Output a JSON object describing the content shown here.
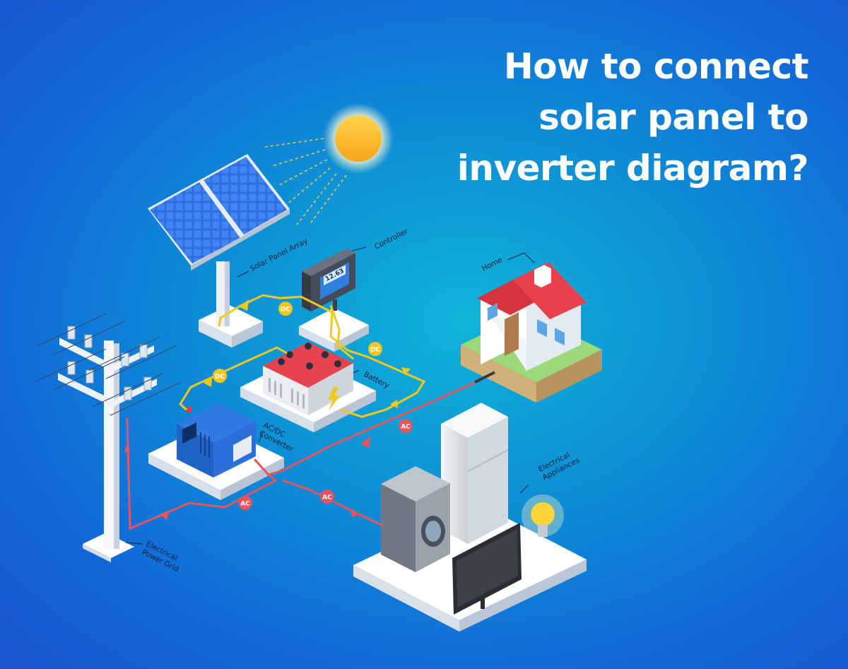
{
  "headline": {
    "line1": "How to connect",
    "line2": "solar panel to",
    "line3": "inverter diagram?"
  },
  "labels": {
    "solar_panel_array": "Solar Panel Array",
    "controller": "Controller",
    "controller_display": "12.63",
    "home": "Home",
    "battery": "Battery",
    "converter_line1": "AC/DC",
    "converter_line2": "Converter",
    "appliances_line1": "Electrical",
    "appliances_line2": "Appliances",
    "grid_line1": "Electrical",
    "grid_line2": "Power Grid"
  },
  "flow_badges": {
    "dc": "DC",
    "ac": "AC"
  },
  "colors": {
    "dc_wire": "#f2c81f",
    "ac_wire": "#e8545e",
    "background": "#0d8fd6"
  }
}
